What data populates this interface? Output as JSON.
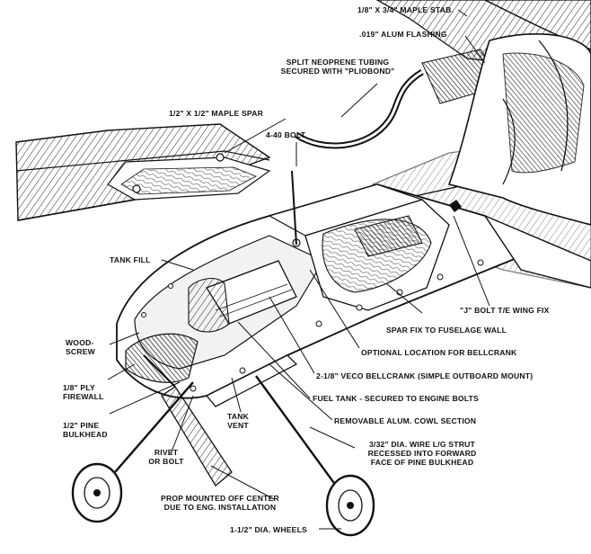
{
  "labels": {
    "stab": "1/8\" X 3/4\" MAPLE STAB.",
    "flashing": ".019\" ALUM FLASHING",
    "tubing_1": "SPLIT NEOPRENE TUBING",
    "tubing_2": "SECURED WITH \"PLIOBOND\"",
    "spar": "1/2\" X 1/2\" MAPLE SPAR",
    "bolt": "4-40 BOLT",
    "tank_fill": "TANK FILL",
    "j_bolt": "\"J\" BOLT  T/E WING FIX",
    "spar_fix": "SPAR FIX TO FUSELAGE WALL",
    "optional_location": "OPTIONAL LOCATION FOR BELLCRANK",
    "bellcrank": "2-1/8\" VECO BELLCRANK (SIMPLE OUTBOARD MOUNT)",
    "fuel_tank": "FUEL TANK - SECURED TO ENGINE BOLTS",
    "cowl": "REMOVABLE ALUM. COWL SECTION",
    "wire_1": "3/32\" DIA. WIRE L/G STRUT",
    "wire_2": "RECESSED INTO FORWARD",
    "wire_3": "FACE OF PINE BULKHEAD",
    "wood_1": "WOOD-",
    "wood_2": "SCREW",
    "ply_1": "1/8\" PLY",
    "ply_2": "FIREWALL",
    "pine_1": "1/2\" PINE",
    "pine_2": "BULKHEAD",
    "tank_vent_1": "TANK",
    "tank_vent_2": "VENT",
    "rivet_1": "RIVET",
    "rivet_2": "OR BOLT",
    "prop_1": "PROP MOUNTED OFF CENTER",
    "prop_2": "DUE TO ENG. INSTALLATION",
    "wheels": "1-1/2\" DIA. WHEELS"
  }
}
